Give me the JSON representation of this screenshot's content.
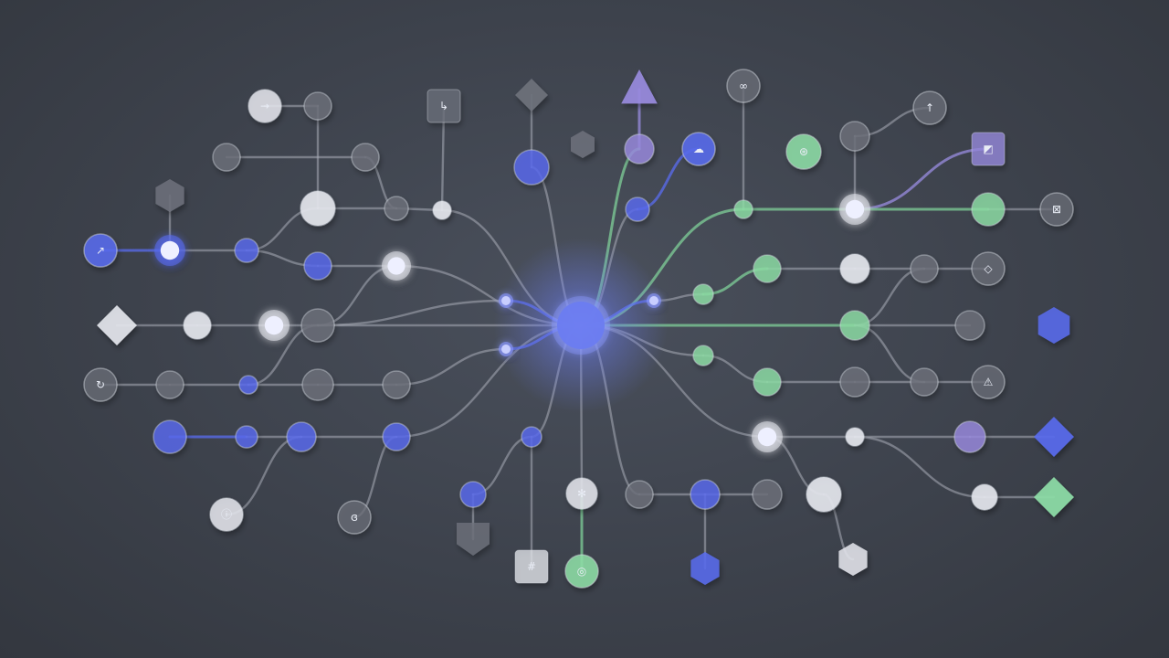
{
  "palette": {
    "background": "#3d424c",
    "hub": "#6b7cf0",
    "blue": "#5a6cf0",
    "blue_glow": "#8a98ff",
    "green": "#8fe0a8",
    "green_line": "#7fcf98",
    "purple": "#9a8ce0",
    "white": "#e6e8ee",
    "gray": "#6e727c",
    "line": "#a9adb8"
  },
  "diagram": {
    "type": "network",
    "hub": {
      "id": "hub",
      "kind": "circle",
      "color": "blue"
    },
    "nodes": [
      {
        "id": "n-arrow-right",
        "kind": "icon-circle",
        "icon": "arrow-right-icon",
        "glyph": "→",
        "color": "white"
      },
      {
        "id": "n-top-gray",
        "kind": "circle",
        "color": "gray"
      },
      {
        "id": "n-left-gray-1",
        "kind": "circle",
        "color": "gray"
      },
      {
        "id": "n-left-gray-2",
        "kind": "circle",
        "color": "gray"
      },
      {
        "id": "n-big-white",
        "kind": "circle",
        "color": "white"
      },
      {
        "id": "n-small-gray-1",
        "kind": "circle",
        "color": "gray"
      },
      {
        "id": "n-small-white-1",
        "kind": "circle",
        "color": "white"
      },
      {
        "id": "n-turn-right-box",
        "kind": "icon-square",
        "icon": "turn-right-icon",
        "glyph": "↳",
        "color": "gray"
      },
      {
        "id": "n-hexagon",
        "kind": "hexagon",
        "color": "gray"
      },
      {
        "id": "n-trend",
        "kind": "icon-circle",
        "icon": "trend-icon",
        "glyph": "↗",
        "color": "blue"
      },
      {
        "id": "n-ring-blue",
        "kind": "ring",
        "color": "blue"
      },
      {
        "id": "n-dark-blue-1",
        "kind": "circle",
        "color": "blue"
      },
      {
        "id": "n-blue-dot-1",
        "kind": "circle",
        "color": "blue"
      },
      {
        "id": "n-ring-white-1",
        "kind": "ring",
        "color": "white"
      },
      {
        "id": "n-diamond-white",
        "kind": "diamond",
        "color": "white"
      },
      {
        "id": "n-white-2",
        "kind": "circle",
        "color": "white"
      },
      {
        "id": "n-ring-white-2",
        "kind": "ring",
        "color": "white"
      },
      {
        "id": "n-gray-3",
        "kind": "circle",
        "color": "gray"
      },
      {
        "id": "n-small-blue-left",
        "kind": "circle",
        "color": "blue"
      },
      {
        "id": "n-cycle",
        "kind": "icon-circle",
        "icon": "cycle-icon",
        "glyph": "↻",
        "color": "gray"
      },
      {
        "id": "n-gray-4",
        "kind": "circle",
        "color": "gray"
      },
      {
        "id": "n-blue-5",
        "kind": "circle",
        "color": "blue"
      },
      {
        "id": "n-gray-5",
        "kind": "circle",
        "color": "gray"
      },
      {
        "id": "n-gray-6",
        "kind": "circle",
        "color": "gray"
      },
      {
        "id": "n-blue-6",
        "kind": "circle",
        "color": "blue"
      },
      {
        "id": "n-blue-7",
        "kind": "circle",
        "color": "blue"
      },
      {
        "id": "n-blue-8",
        "kind": "circle",
        "color": "blue"
      },
      {
        "id": "n-blue-9",
        "kind": "circle",
        "color": "blue"
      },
      {
        "id": "n-info",
        "kind": "icon-circle",
        "icon": "info-icon",
        "glyph": "ⓘ",
        "color": "white"
      },
      {
        "id": "n-apple",
        "kind": "icon-circle",
        "icon": "apple-icon",
        "glyph": "ɞ",
        "color": "gray"
      },
      {
        "id": "n-diamond-top-gray",
        "kind": "diamond",
        "color": "gray"
      },
      {
        "id": "n-blue-top",
        "kind": "circle",
        "color": "blue"
      },
      {
        "id": "n-gem",
        "kind": "hexagon",
        "color": "gray"
      },
      {
        "id": "n-triangle-purple",
        "kind": "triangle",
        "color": "purple"
      },
      {
        "id": "n-lav-circle",
        "kind": "circle",
        "color": "purple"
      },
      {
        "id": "n-cloud",
        "kind": "icon-circle",
        "icon": "cloud-icon",
        "glyph": "☁",
        "color": "blue"
      },
      {
        "id": "n-blue-dark-2",
        "kind": "circle",
        "color": "blue"
      },
      {
        "id": "n-infinity",
        "kind": "icon-circle",
        "icon": "infinity-icon",
        "glyph": "∞",
        "color": "gray"
      },
      {
        "id": "n-green-small-1",
        "kind": "circle",
        "color": "green"
      },
      {
        "id": "n-venn",
        "kind": "icon-circle",
        "icon": "venn-icon",
        "glyph": "⊛",
        "color": "green"
      },
      {
        "id": "n-arrow-up",
        "kind": "icon-circle",
        "icon": "arrow-up-icon",
        "glyph": "↑",
        "color": "gray"
      },
      {
        "id": "n-gray-top-r",
        "kind": "circle",
        "color": "gray"
      },
      {
        "id": "n-purple-tile",
        "kind": "icon-square",
        "icon": "corner-icon",
        "glyph": "◩",
        "color": "purple"
      },
      {
        "id": "n-ring-white-3",
        "kind": "ring",
        "color": "white"
      },
      {
        "id": "n-green-big",
        "kind": "circle",
        "color": "green"
      },
      {
        "id": "n-box-x",
        "kind": "icon-circle",
        "icon": "box-x-icon",
        "glyph": "⊠",
        "color": "gray"
      },
      {
        "id": "n-green-2",
        "kind": "circle",
        "color": "green"
      },
      {
        "id": "n-green-3",
        "kind": "circle",
        "color": "green"
      },
      {
        "id": "n-white-4",
        "kind": "circle",
        "color": "white"
      },
      {
        "id": "n-gray-7",
        "kind": "circle",
        "color": "gray"
      },
      {
        "id": "n-diamond-box",
        "kind": "icon-circle",
        "icon": "diamond-outline-icon",
        "glyph": "◇",
        "color": "gray"
      },
      {
        "id": "n-green-4",
        "kind": "circle",
        "color": "green"
      },
      {
        "id": "n-gray-8",
        "kind": "circle",
        "color": "gray"
      },
      {
        "id": "n-hex-blue",
        "kind": "hexagon",
        "color": "blue"
      },
      {
        "id": "n-green-5",
        "kind": "circle",
        "color": "green"
      },
      {
        "id": "n-green-6",
        "kind": "circle",
        "color": "green"
      },
      {
        "id": "n-gray-9",
        "kind": "circle",
        "color": "gray"
      },
      {
        "id": "n-gray-10",
        "kind": "circle",
        "color": "gray"
      },
      {
        "id": "n-warning",
        "kind": "icon-circle",
        "icon": "warning-icon",
        "glyph": "⚠",
        "color": "gray"
      },
      {
        "id": "n-ring-white-4",
        "kind": "ring",
        "color": "white"
      },
      {
        "id": "n-small-white-2",
        "kind": "circle",
        "color": "white"
      },
      {
        "id": "n-purple-2",
        "kind": "circle",
        "color": "purple"
      },
      {
        "id": "n-diamond-blue",
        "kind": "diamond",
        "color": "blue"
      },
      {
        "id": "n-white-5",
        "kind": "circle",
        "color": "white"
      },
      {
        "id": "n-diamond-green",
        "kind": "diamond",
        "color": "green"
      },
      {
        "id": "n-white-big-2",
        "kind": "circle",
        "color": "white"
      },
      {
        "id": "n-gem-white",
        "kind": "hexagon",
        "color": "white"
      },
      {
        "id": "n-gray-11",
        "kind": "circle",
        "color": "gray"
      },
      {
        "id": "n-blue-10",
        "kind": "circle",
        "color": "blue"
      },
      {
        "id": "n-gray-12",
        "kind": "circle",
        "color": "gray"
      },
      {
        "id": "n-shield-blue",
        "kind": "hexagon",
        "color": "blue"
      },
      {
        "id": "n-gear",
        "kind": "icon-circle",
        "icon": "gear-icon",
        "glyph": "✻",
        "color": "white"
      },
      {
        "id": "n-target",
        "kind": "icon-circle",
        "icon": "target-icon",
        "glyph": "◎",
        "color": "green"
      },
      {
        "id": "n-blue-11",
        "kind": "circle",
        "color": "blue"
      },
      {
        "id": "n-shield-gray",
        "kind": "shield",
        "color": "gray"
      },
      {
        "id": "n-shield-hash",
        "kind": "icon-square",
        "icon": "hash-icon",
        "glyph": "#",
        "color": "white"
      },
      {
        "id": "n-blue-dot-12",
        "kind": "circle",
        "color": "blue"
      },
      {
        "id": "n-glow-1",
        "kind": "glow-dot",
        "color": "blue"
      },
      {
        "id": "n-glow-2",
        "kind": "glow-dot",
        "color": "blue"
      },
      {
        "id": "n-glow-3",
        "kind": "glow-dot",
        "color": "blue"
      }
    ],
    "edges": [
      {
        "from": "n-arrow-right",
        "to": "n-top-gray",
        "color": "line"
      },
      {
        "from": "n-top-gray",
        "to": "n-big-white",
        "color": "line"
      },
      {
        "from": "n-left-gray-1",
        "to": "n-left-gray-2",
        "color": "line"
      },
      {
        "from": "n-left-gray-2",
        "to": "n-small-gray-1",
        "color": "line"
      },
      {
        "from": "n-big-white",
        "to": "n-small-gray-1",
        "color": "line"
      },
      {
        "from": "n-small-gray-1",
        "to": "n-small-white-1",
        "color": "line"
      },
      {
        "from": "n-turn-right-box",
        "to": "n-small-white-1",
        "color": "line"
      },
      {
        "from": "n-small-white-1",
        "to": "hub",
        "color": "line"
      },
      {
        "from": "n-hexagon",
        "to": "n-ring-blue",
        "color": "line"
      },
      {
        "from": "n-trend",
        "to": "n-ring-blue",
        "color": "blue"
      },
      {
        "from": "n-ring-blue",
        "to": "n-dark-blue-1",
        "color": "line"
      },
      {
        "from": "n-dark-blue-1",
        "to": "n-big-white",
        "color": "line"
      },
      {
        "from": "n-dark-blue-1",
        "to": "n-blue-dot-1",
        "color": "line"
      },
      {
        "from": "n-blue-dot-1",
        "to": "n-ring-white-1",
        "color": "line"
      },
      {
        "from": "n-ring-white-1",
        "to": "hub",
        "color": "line"
      },
      {
        "from": "n-diamond-white",
        "to": "n-white-2",
        "color": "line"
      },
      {
        "from": "n-white-2",
        "to": "n-ring-white-2",
        "color": "line"
      },
      {
        "from": "n-ring-white-2",
        "to": "n-gray-3",
        "color": "line"
      },
      {
        "from": "n-gray-3",
        "to": "n-glow-1",
        "color": "line"
      },
      {
        "from": "n-gray-3",
        "to": "hub",
        "color": "line"
      },
      {
        "from": "n-ring-white-1",
        "to": "n-gray-3",
        "color": "line"
      },
      {
        "from": "n-cycle",
        "to": "n-gray-4",
        "color": "line"
      },
      {
        "from": "n-gray-4",
        "to": "n-small-blue-left",
        "color": "line"
      },
      {
        "from": "n-small-blue-left",
        "to": "n-gray-3",
        "color": "line"
      },
      {
        "from": "n-small-blue-left",
        "to": "n-gray-5",
        "color": "line"
      },
      {
        "from": "n-gray-5",
        "to": "n-gray-6",
        "color": "line"
      },
      {
        "from": "n-gray-6",
        "to": "n-glow-2",
        "color": "line"
      },
      {
        "from": "n-blue-6",
        "to": "n-blue-7",
        "color": "blue"
      },
      {
        "from": "n-blue-7",
        "to": "n-blue-8",
        "color": "line"
      },
      {
        "from": "n-blue-8",
        "to": "n-blue-9",
        "color": "line"
      },
      {
        "from": "n-blue-9",
        "to": "hub",
        "color": "line"
      },
      {
        "from": "n-info",
        "to": "n-blue-8",
        "color": "line"
      },
      {
        "from": "n-apple",
        "to": "n-blue-9",
        "color": "line"
      },
      {
        "from": "n-diamond-top-gray",
        "to": "n-blue-top",
        "color": "line"
      },
      {
        "from": "n-blue-top",
        "to": "hub",
        "color": "line"
      },
      {
        "from": "n-triangle-purple",
        "to": "n-lav-circle",
        "color": "purple"
      },
      {
        "from": "n-lav-circle",
        "to": "hub",
        "color": "green_line"
      },
      {
        "from": "n-cloud",
        "to": "n-blue-dark-2",
        "color": "blue"
      },
      {
        "from": "n-blue-dark-2",
        "to": "hub",
        "color": "line"
      },
      {
        "from": "n-infinity",
        "to": "n-green-small-1",
        "color": "line"
      },
      {
        "from": "n-green-small-1",
        "to": "hub",
        "color": "green_line"
      },
      {
        "from": "n-green-small-1",
        "to": "n-ring-white-3",
        "color": "green_line"
      },
      {
        "from": "n-arrow-up",
        "to": "n-gray-top-r",
        "color": "line"
      },
      {
        "from": "n-gray-top-r",
        "to": "n-ring-white-3",
        "color": "line"
      },
      {
        "from": "n-purple-tile",
        "to": "n-ring-white-3",
        "color": "purple"
      },
      {
        "from": "n-ring-white-3",
        "to": "n-green-big",
        "color": "green_line"
      },
      {
        "from": "n-green-big",
        "to": "n-box-x",
        "color": "line"
      },
      {
        "from": "n-glow-3",
        "to": "n-green-2",
        "color": "line"
      },
      {
        "from": "n-green-2",
        "to": "n-green-3",
        "color": "green_line"
      },
      {
        "from": "n-green-3",
        "to": "n-white-4",
        "color": "line"
      },
      {
        "from": "n-white-4",
        "to": "n-gray-7",
        "color": "line"
      },
      {
        "from": "n-gray-7",
        "to": "n-diamond-box",
        "color": "line"
      },
      {
        "from": "n-gray-7",
        "to": "n-green-4",
        "color": "line"
      },
      {
        "from": "hub",
        "to": "n-green-4",
        "color": "green_line"
      },
      {
        "from": "n-green-4",
        "to": "n-gray-8",
        "color": "line"
      },
      {
        "from": "hub",
        "to": "n-green-5",
        "color": "line"
      },
      {
        "from": "n-green-5",
        "to": "n-green-6",
        "color": "line"
      },
      {
        "from": "n-green-6",
        "to": "n-gray-9",
        "color": "line"
      },
      {
        "from": "n-gray-9",
        "to": "n-gray-10",
        "color": "line"
      },
      {
        "from": "n-green-4",
        "to": "n-gray-10",
        "color": "line"
      },
      {
        "from": "n-gray-10",
        "to": "n-warning",
        "color": "line"
      },
      {
        "from": "hub",
        "to": "n-ring-white-4",
        "color": "line"
      },
      {
        "from": "n-ring-white-4",
        "to": "n-small-white-2",
        "color": "line"
      },
      {
        "from": "n-small-white-2",
        "to": "n-purple-2",
        "color": "line"
      },
      {
        "from": "n-purple-2",
        "to": "n-diamond-blue",
        "color": "line"
      },
      {
        "from": "n-small-white-2",
        "to": "n-white-5",
        "color": "line"
      },
      {
        "from": "n-white-5",
        "to": "n-diamond-green",
        "color": "line"
      },
      {
        "from": "n-ring-white-4",
        "to": "n-white-big-2",
        "color": "line"
      },
      {
        "from": "n-white-big-2",
        "to": "n-gem-white",
        "color": "line"
      },
      {
        "from": "hub",
        "to": "n-gray-11",
        "color": "line"
      },
      {
        "from": "n-gray-11",
        "to": "n-blue-10",
        "color": "line"
      },
      {
        "from": "n-blue-10",
        "to": "n-gray-12",
        "color": "line"
      },
      {
        "from": "n-blue-10",
        "to": "n-shield-blue",
        "color": "line"
      },
      {
        "from": "hub",
        "to": "n-gear",
        "color": "line"
      },
      {
        "from": "n-gear",
        "to": "n-target",
        "color": "green_line"
      },
      {
        "from": "hub",
        "to": "n-blue-dot-12",
        "color": "line"
      },
      {
        "from": "n-blue-dot-12",
        "to": "n-blue-11",
        "color": "line"
      },
      {
        "from": "n-blue-dot-12",
        "to": "n-shield-hash",
        "color": "line"
      },
      {
        "from": "n-blue-11",
        "to": "n-shield-gray",
        "color": "line"
      },
      {
        "from": "hub",
        "to": "n-glow-1",
        "color": "blue"
      },
      {
        "from": "hub",
        "to": "n-glow-2",
        "color": "blue"
      },
      {
        "from": "hub",
        "to": "n-glow-3",
        "color": "blue"
      }
    ]
  }
}
